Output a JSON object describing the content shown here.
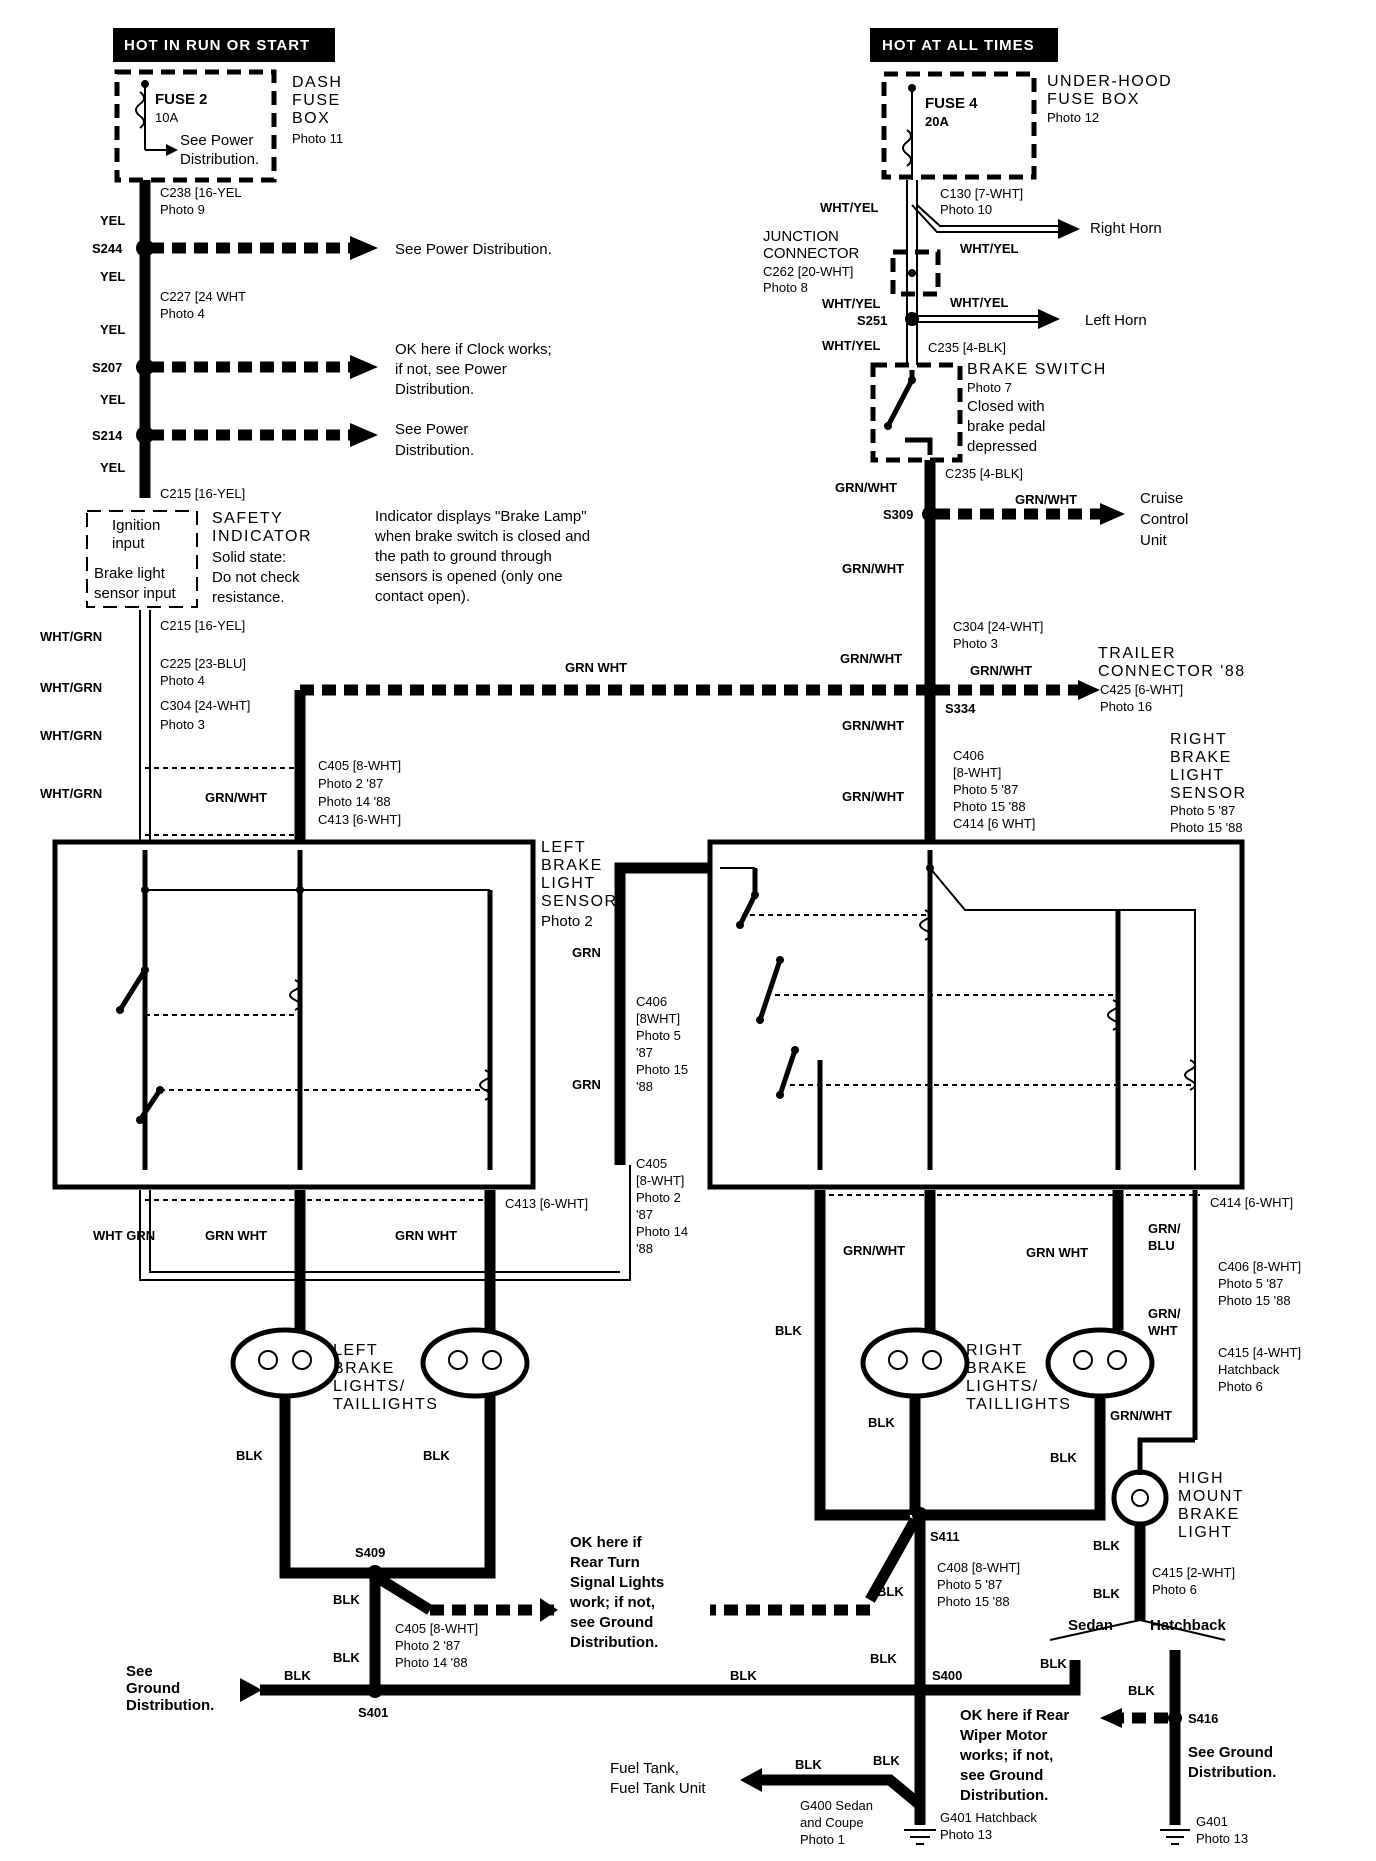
{
  "headers": {
    "left": "HOT IN RUN OR START",
    "right": "HOT AT ALL TIMES"
  },
  "left_power": {
    "fuse": "FUSE 2",
    "fuse_amp": "10A",
    "fuse_note_1": "See Power",
    "fuse_note_2": "Distribution.",
    "box_1": "DASH",
    "box_2": "FUSE",
    "box_3": "BOX",
    "box_photo": "Photo 11",
    "c238": "C238 [16-YEL",
    "c238_photo": "Photo 9",
    "yel": "YEL",
    "s244": "S244",
    "s244_note": "See Power Distribution.",
    "c227": "C227 [24 WHT",
    "c227_photo": "Photo 4",
    "s207": "S207",
    "s207_note_1": "OK here if Clock works;",
    "s207_note_2": "if not, see Power",
    "s207_note_3": "Distribution.",
    "s214": "S214",
    "s214_note_1": "See Power",
    "s214_note_2": "Distribution.",
    "c215": "C215 [16-YEL]"
  },
  "safety": {
    "input1_1": "Ignition",
    "input1_2": "input",
    "input2_1": "Brake light",
    "input2_2": "sensor input",
    "title_1": "SAFETY",
    "title_2": "INDICATOR",
    "desc_1": "Solid state:",
    "desc_2": "Do not check",
    "desc_3": "resistance.",
    "note_1": "Indicator displays \"Brake Lamp\"",
    "note_2": "when brake switch is closed and",
    "note_3": "the path to ground through",
    "note_4": "sensors is opened (only one",
    "note_5": "contact open)."
  },
  "left_conn": {
    "wht_grn": "WHT/GRN",
    "c215": "C215 [16-YEL]",
    "c225": "C225 [23-BLU]",
    "c225_photo": "Photo 4",
    "c304": "C304 [24-WHT]",
    "c304_photo": "Photo 3",
    "grn_wht": "GRN/WHT",
    "c405": "C405 [8-WHT]",
    "c405_p1": "Photo 2 '87",
    "c405_p2": "Photo 14 '88",
    "c413": "C413 [6-WHT]",
    "cross_wire": "GRN WHT"
  },
  "right_power": {
    "fuse": "FUSE 4",
    "fuse_amp": "20A",
    "box_1": "UNDER-HOOD",
    "box_2": "FUSE BOX",
    "box_photo": "Photo 12",
    "wht_yel": "WHT/YEL",
    "c130": "C130 [7-WHT]",
    "c130_photo": "Photo 10",
    "right_horn": "Right Horn",
    "junction_1": "JUNCTION",
    "junction_2": "CONNECTOR",
    "c262": "C262 [20-WHT]",
    "c262_photo": "Photo 8",
    "s251": "S251",
    "left_horn": "Left Horn",
    "c235": "C235 [4-BLK]",
    "switch_title": "BRAKE SWITCH",
    "switch_photo": "Photo 7",
    "switch_1": "Closed with",
    "switch_2": "brake pedal",
    "switch_3": "depressed",
    "grn_wht": "GRN/WHT",
    "s309": "S309",
    "cruise_1": "Cruise",
    "cruise_2": "Control",
    "cruise_3": "Unit",
    "c304": "C304 [24-WHT]",
    "c304_photo": "Photo 3",
    "trailer_1": "TRAILER",
    "trailer_2": "CONNECTOR '88",
    "c425": "C425 [6-WHT]",
    "c425_photo": "Photo 16",
    "s334": "S334",
    "c406": "C406",
    "c406_1": "[8-WHT]",
    "c406_2": "Photo 5 '87",
    "c406_3": "Photo 15 '88",
    "c414": "C414 [6 WHT]",
    "sensor_1": "RIGHT",
    "sensor_2": "BRAKE",
    "sensor_3": "LIGHT",
    "sensor_4": "SENSOR",
    "sensor_p1": "Photo 5 '87",
    "sensor_p2": "Photo 15 '88"
  },
  "left_sensor": {
    "title_1": "LEFT",
    "title_2": "BRAKE",
    "title_3": "LIGHT",
    "title_4": "SENSOR",
    "photo": "Photo 2",
    "grn": "GRN",
    "c406": "C406",
    "c406_1": "[8WHT]",
    "c406_2": "Photo 5",
    "c406_3": "'87",
    "c406_4": "Photo 15",
    "c406_5": "'88",
    "c405": "C405",
    "c405_1": "[8-WHT]",
    "c405_2": "Photo 2",
    "c405_3": "'87",
    "c405_4": "Photo 14",
    "c405_5": "'88",
    "c413": "C413 [6-WHT]",
    "wht_grn": "WHT GRN",
    "grn_wht": "GRN WHT",
    "grn_wht2": "GRN WHT"
  },
  "left_lights": {
    "title_1": "LEFT",
    "title_2": "BRAKE",
    "title_3": "LIGHTS/",
    "title_4": "TAILLIGHTS",
    "blk": "BLK",
    "s409": "S409",
    "c405": "C405 [8-WHT]",
    "c405_1": "Photo 2 '87",
    "c405_2": "Photo 14 '88",
    "see_1": "See",
    "see_2": "Ground",
    "see_3": "Distribution.",
    "s401": "S401",
    "ok_1": "OK here if",
    "ok_2": "Rear Turn",
    "ok_3": "Signal Lights",
    "ok_4": "work; if not,",
    "ok_5": "see Ground",
    "ok_6": "Distribution."
  },
  "right_lights": {
    "c414": "C414 [6-WHT]",
    "grn_wht": "GRN/WHT",
    "grn_wht2": "GRN WHT",
    "grn_blu_1": "GRN/",
    "grn_blu_2": "BLU",
    "c406": "C406 [8-WHT]",
    "c406_1": "Photo 5 '87",
    "c406_2": "Photo 15 '88",
    "grn_wht_1": "GRN/",
    "grn_wht_2": "WHT",
    "c415": "C415 [4-WHT]",
    "c415_1": "Hatchback",
    "c415_2": "Photo 6",
    "title_1": "RIGHT",
    "title_2": "BRAKE",
    "title_3": "LIGHTS/",
    "title_4": "TAILLIGHTS",
    "blk": "BLK",
    "s411": "S411",
    "c408": "C408 [8-WHT]",
    "c408_1": "Photo 5 '87",
    "c408_2": "Photo 15 '88",
    "high_1": "HIGH",
    "high_2": "MOUNT",
    "high_3": "BRAKE",
    "high_4": "LIGHT",
    "c415b": "C415 [2-WHT]",
    "c415b_1": "Photo 6",
    "sedan": "Sedan",
    "hatchback": "Hatchback",
    "s400": "S400",
    "s416": "S416",
    "wiper_1": "OK here if Rear",
    "wiper_2": "Wiper Motor",
    "wiper_3": "works; if not,",
    "wiper_4": "see Ground",
    "wiper_5": "Distribution.",
    "see_ground_1": "See Ground",
    "see_ground_2": "Distribution.",
    "fuel_1": "Fuel Tank,",
    "fuel_2": "Fuel Tank Unit",
    "g400_1": "G400 Sedan",
    "g400_2": "and Coupe",
    "g400_3": "Photo 1",
    "g401": "G401 Hatchback",
    "g401_1": "Photo 13",
    "g401b": "G401",
    "g401b_1": "Photo 13"
  }
}
